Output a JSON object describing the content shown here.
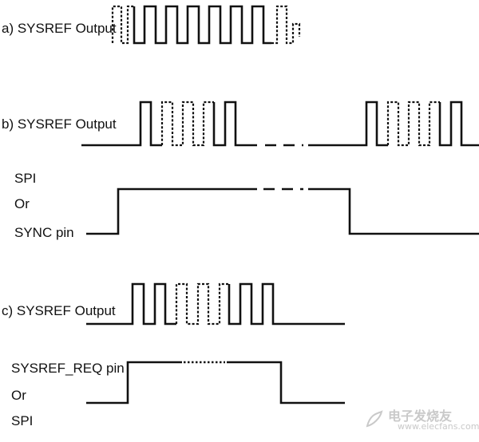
{
  "labels": {
    "a_output": "a) SYSREF Output",
    "b_output": "b) SYSREF Output",
    "b_trigger_line1": "SPI",
    "b_trigger_line2": "Or",
    "b_trigger_line3": "SYNC pin",
    "c_output": "c) SYSREF Output",
    "c_trigger_line1": "SYSREF_REQ pin",
    "c_trigger_line2": "Or",
    "c_trigger_line3": "SPI"
  },
  "watermark": {
    "text": "电子发烧友",
    "url": "www.elecfans.com"
  },
  "colors": {
    "line": "#111111",
    "background": "#ffffff",
    "watermark": "#c9c9c9"
  }
}
